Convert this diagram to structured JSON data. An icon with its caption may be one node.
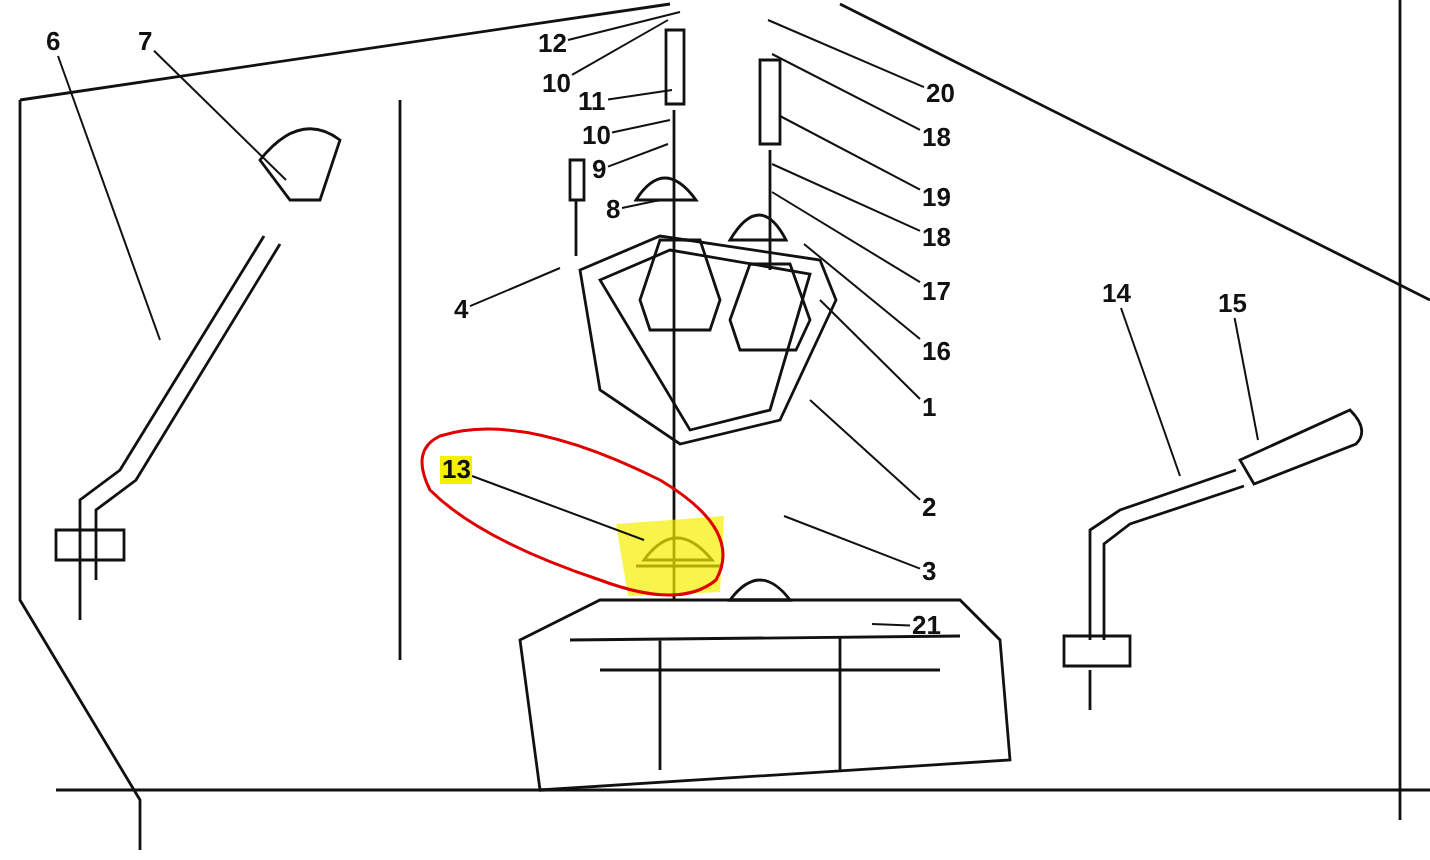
{
  "diagram": {
    "nodes": [
      {
        "text": [
          "6"
        ]
      },
      {
        "text": [
          "7"
        ]
      },
      {
        "text": [
          "12"
        ]
      },
      {
        "text": [
          "10"
        ]
      },
      {
        "text": [
          "20"
        ]
      },
      {
        "text": [
          "11"
        ]
      },
      {
        "text": [
          "18"
        ]
      },
      {
        "text": [
          "10"
        ]
      },
      {
        "text": [
          "9"
        ]
      },
      {
        "text": [
          "19"
        ]
      },
      {
        "text": [
          "8"
        ]
      },
      {
        "text": [
          "18"
        ]
      },
      {
        "text": [
          "17"
        ]
      },
      {
        "text": [
          "4"
        ]
      },
      {
        "text": [
          "14"
        ]
      },
      {
        "text": [
          "15"
        ]
      },
      {
        "text": [
          "16"
        ]
      },
      {
        "text": [
          "1"
        ]
      },
      {
        "text": [
          "13"
        ]
      },
      {
        "text": [
          "2"
        ]
      },
      {
        "text": [
          "3"
        ]
      },
      {
        "text": [
          "21"
        ]
      }
    ],
    "edges": [
      {
        "from": 0,
        "to": null,
        "arrow": "none"
      },
      {
        "from": 1,
        "to": null,
        "arrow": "none"
      },
      {
        "from": 2,
        "to": null,
        "arrow": "none"
      },
      {
        "from": 3,
        "to": null,
        "arrow": "none"
      },
      {
        "from": 4,
        "to": null,
        "arrow": "none"
      },
      {
        "from": 5,
        "to": null,
        "arrow": "none"
      },
      {
        "from": 6,
        "to": null,
        "arrow": "none"
      },
      {
        "from": 7,
        "to": null,
        "arrow": "none"
      },
      {
        "from": 8,
        "to": null,
        "arrow": "none"
      },
      {
        "from": 9,
        "to": null,
        "arrow": "none"
      },
      {
        "from": 10,
        "to": null,
        "arrow": "none"
      },
      {
        "from": 11,
        "to": null,
        "arrow": "none"
      },
      {
        "from": 12,
        "to": null,
        "arrow": "none"
      },
      {
        "from": 13,
        "to": null,
        "arrow": "none"
      },
      {
        "from": 14,
        "to": null,
        "arrow": "none"
      },
      {
        "from": 15,
        "to": null,
        "arrow": "none"
      },
      {
        "from": 16,
        "to": null,
        "arrow": "none"
      },
      {
        "from": 17,
        "to": null,
        "arrow": "none"
      },
      {
        "from": 18,
        "to": null,
        "arrow": "none"
      },
      {
        "from": 19,
        "to": null,
        "arrow": "none"
      },
      {
        "from": 20,
        "to": null,
        "arrow": "none"
      },
      {
        "from": 21,
        "to": null,
        "arrow": "none"
      }
    ]
  }
}
